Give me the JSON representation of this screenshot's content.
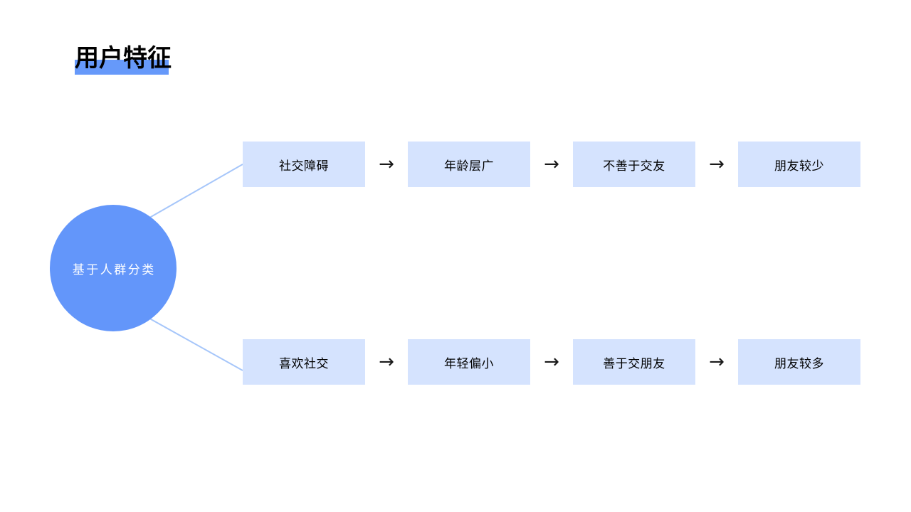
{
  "slide": {
    "background_color": "#FFFFFF",
    "title": "用户特征",
    "title_highlight_color": "#6699FA"
  },
  "diagram": {
    "type": "flow",
    "root": {
      "label": "基于人群分类",
      "shape": "circle",
      "fill_color": "#6396FA",
      "text_color": "#FFFFFF"
    },
    "connector_color": "#A6C6FA",
    "arrow_glyph": "→",
    "box_fill_color": "#D5E3FE",
    "box_text_color": "#000000",
    "branches": [
      {
        "name": "branch-top",
        "steps": [
          {
            "label": "社交障碍"
          },
          {
            "label": "年龄层广"
          },
          {
            "label": "不善于交友"
          },
          {
            "label": "朋友较少"
          }
        ]
      },
      {
        "name": "branch-bottom",
        "steps": [
          {
            "label": "喜欢社交"
          },
          {
            "label": "年轻偏小"
          },
          {
            "label": "善于交朋友"
          },
          {
            "label": "朋友较多"
          }
        ]
      }
    ]
  }
}
